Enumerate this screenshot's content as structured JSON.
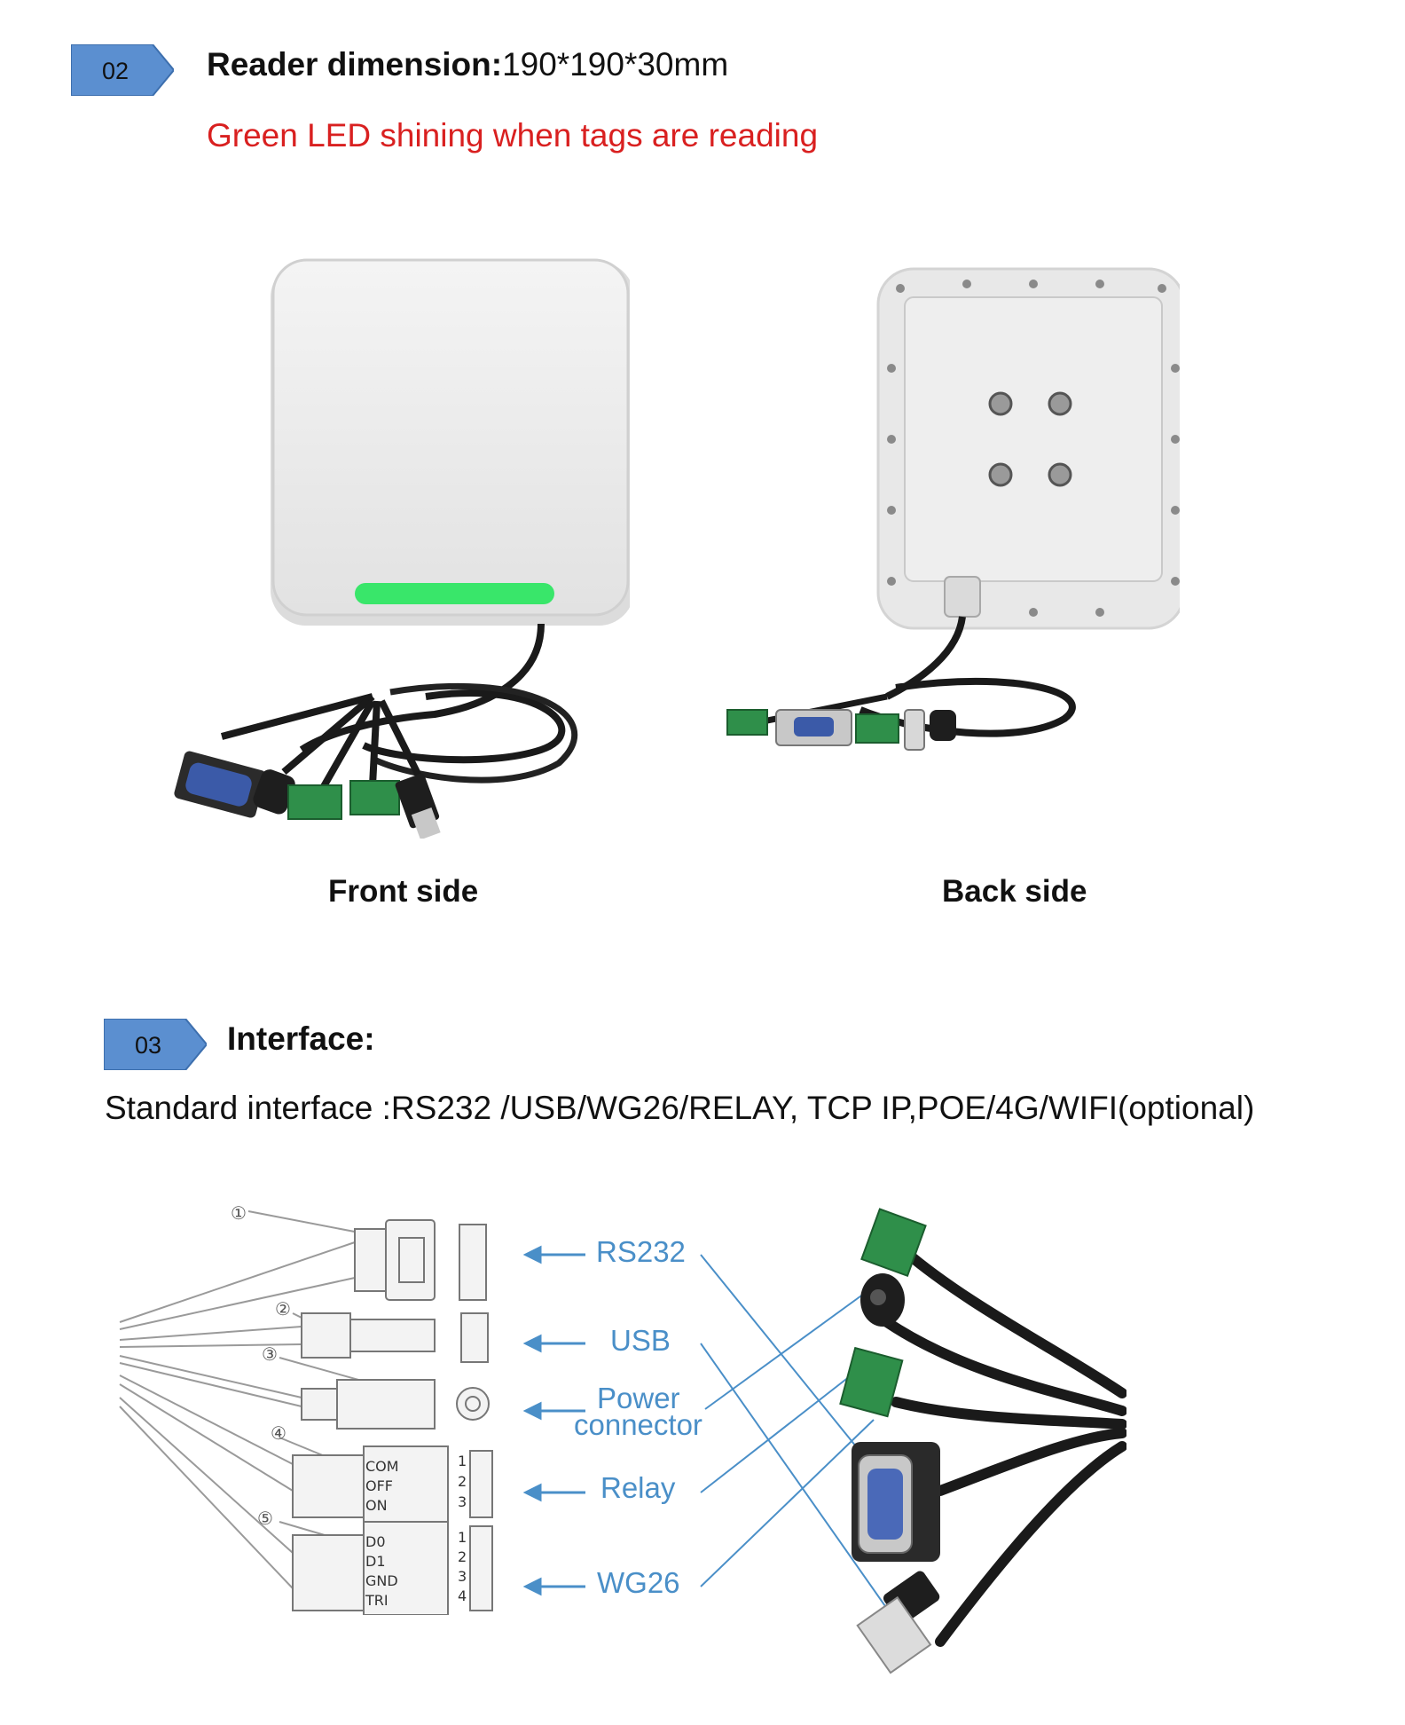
{
  "section02": {
    "number": "02",
    "title_bold": "Reader dimension:",
    "title_value": "190*190*30mm",
    "note": "Green LED shining when tags are reading",
    "front_caption": "Front side",
    "back_caption": "Back side"
  },
  "section03": {
    "number": "03",
    "title": "Interface:",
    "standard": "Standard interface :RS232 /USB/WG26/RELAY, TCP IP,POE/4G/WIFI(optional)"
  },
  "diagram": {
    "markers": [
      "①",
      "②",
      "③",
      "④",
      "⑤"
    ],
    "labels": {
      "rs232": "RS232",
      "usb": "USB",
      "power1": "Power",
      "power2": "connector",
      "relay": "Relay",
      "wg26": "WG26"
    },
    "relay_pins": [
      "COM",
      "OFF",
      "ON"
    ],
    "wg26_pins": [
      "D0",
      "D1",
      "GND",
      "TRI"
    ],
    "relay_nums": [
      "1",
      "2",
      "3"
    ],
    "wg26_nums": [
      "1",
      "2",
      "3",
      "4"
    ]
  },
  "colors": {
    "badge": "#5b8fd0",
    "red_note": "#d92020",
    "label_blue": "#4a8fc8",
    "led_green": "#39e66a"
  }
}
